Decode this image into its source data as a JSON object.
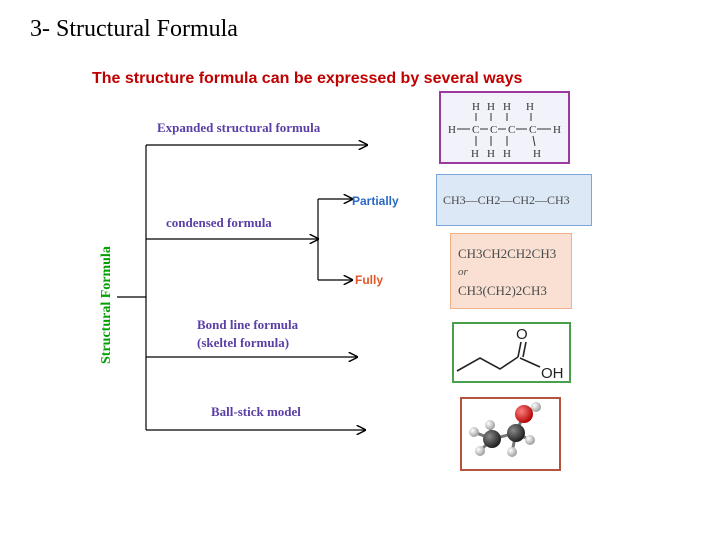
{
  "slide": {
    "title": "3- Structural Formula",
    "headline": "The structure formula can be expressed by several ways",
    "vertical_label": "Structural Formula"
  },
  "branches": {
    "expanded": "Expanded structural formula",
    "condensed": "condensed formula",
    "partially": "Partially",
    "fully": "Fully",
    "bondline_1": "Bond line formula",
    "bondline_2": "(skeltel formula)",
    "ballstick": "Ball-stick model"
  },
  "examples": {
    "expanded": {
      "top_atoms": [
        "H",
        "H",
        "H",
        "H"
      ],
      "middle_row": [
        "H",
        "C",
        "C",
        "C",
        "C",
        "H"
      ],
      "bottom_atoms": [
        "H",
        "H",
        "H",
        "H"
      ]
    },
    "partially": "CH3—CH2—CH2—CH3",
    "fully_line1": "CH3CH2CH2CH3",
    "fully_or": "or",
    "fully_line2": "CH3(CH2)2CH3",
    "skeletal": {
      "o_label": "O",
      "oh_label": "OH"
    }
  },
  "colors": {
    "headline": "#c00000",
    "vertical_label": "#00a000",
    "branch_label": "#5b3fa6",
    "partially": "#2a68c4",
    "fully": "#e0562a",
    "oxygen": "#dd1111"
  }
}
